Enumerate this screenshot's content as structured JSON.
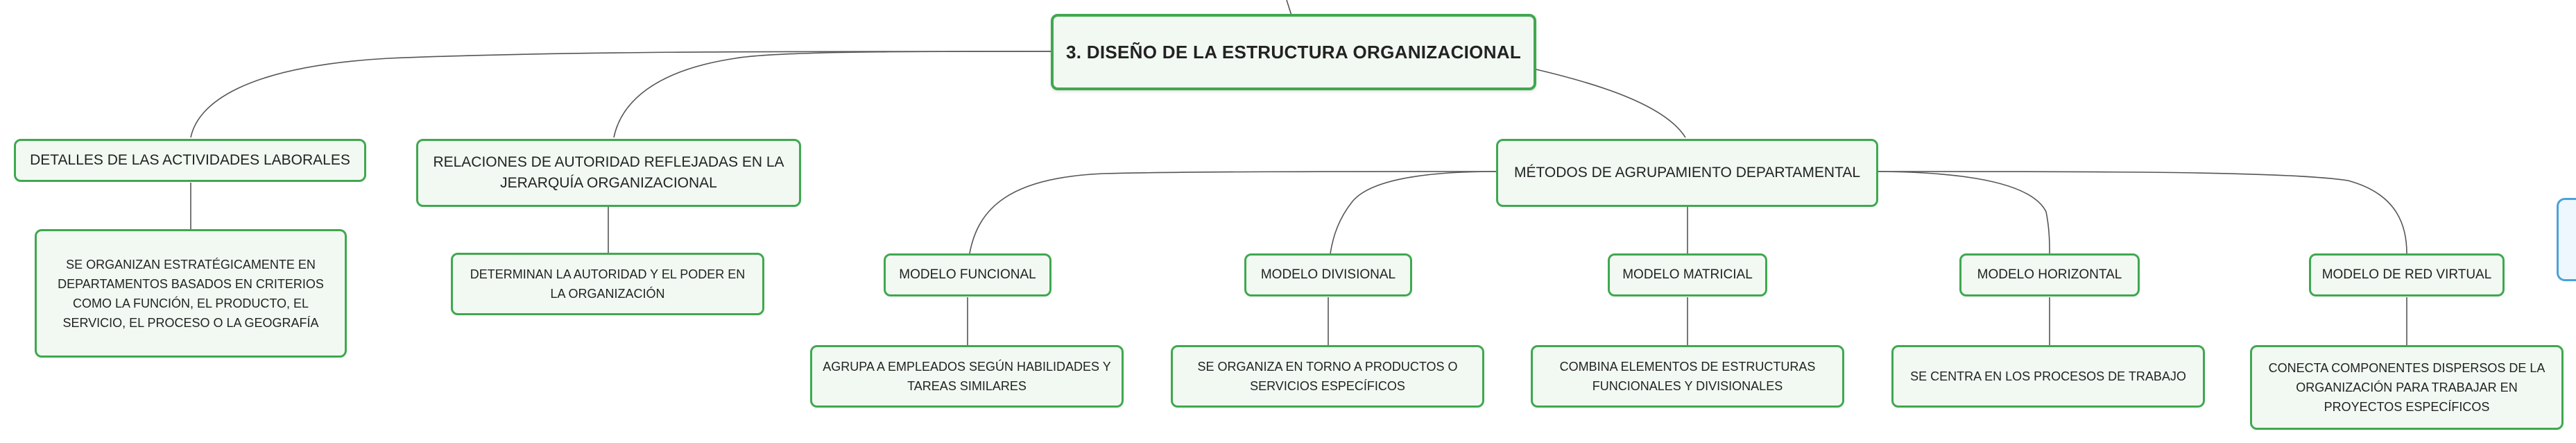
{
  "root": {
    "label": "3. DISEÑO DE LA ESTRUCTURA ORGANIZACIONAL"
  },
  "branches": {
    "detalles": {
      "label": "DETALLES DE LAS ACTIVIDADES LABORALES",
      "child": "SE ORGANIZAN ESTRATÉGICAMENTE EN DEPARTAMENTOS BASADOS EN CRITERIOS COMO LA FUNCIÓN, EL PRODUCTO, EL SERVICIO, EL PROCESO O LA GEOGRAFÍA"
    },
    "relaciones": {
      "label": "RELACIONES DE AUTORIDAD REFLEJADAS EN LA JERARQUÍA ORGANIZACIONAL",
      "child": "DETERMINAN LA AUTORIDAD Y EL PODER EN LA ORGANIZACIÓN"
    },
    "metodos": {
      "label": "MÉTODOS DE AGRUPAMIENTO DEPARTAMENTAL",
      "models": [
        {
          "label": "MODELO FUNCIONAL",
          "child": "AGRUPA A EMPLEADOS SEGÚN HABILIDADES Y TAREAS SIMILARES"
        },
        {
          "label": "MODELO DIVISIONAL",
          "child": "SE ORGANIZA EN TORNO A PRODUCTOS O SERVICIOS ESPECÍFICOS"
        },
        {
          "label": "MODELO MATRICIAL",
          "child": "COMBINA ELEMENTOS DE ESTRUCTURAS FUNCIONALES Y DIVISIONALES"
        },
        {
          "label": "MODELO HORIZONTAL",
          "child": "SE CENTRA EN LOS PROCESOS DE TRABAJO"
        },
        {
          "label": "MODELO DE RED VIRTUAL",
          "child": "CONECTA COMPONENTES DISPERSOS DE LA ORGANIZACIÓN PARA TRABAJAR EN PROYECTOS ESPECÍFICOS"
        }
      ]
    }
  },
  "colors": {
    "node_border": "#3fa84f",
    "node_fill": "#f2f9f3",
    "connector": "#555555",
    "offscreen_node_border": "#4aa3d9"
  }
}
